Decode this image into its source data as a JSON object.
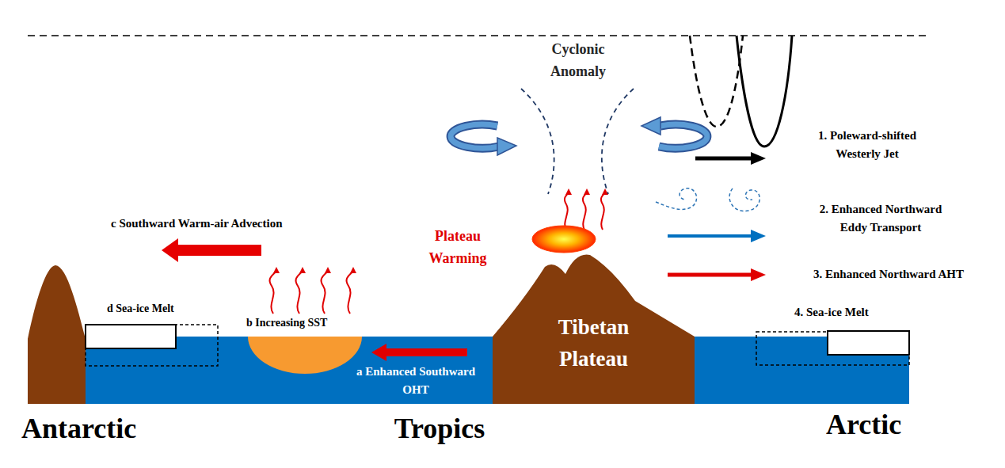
{
  "diagram": {
    "nodes": [
      {
        "text": [
          "Tibetan Plateau"
        ]
      }
    ],
    "labels": [
      "Cyclonic Anomaly",
      "Plateau Warming",
      "1. Poleward-shifted Westerly Jet",
      "2. Enhanced Northward Eddy Transport",
      "3. Enhanced Northward AHT",
      "4. Sea-ice Melt",
      "c Southward Warm-air Advection",
      "b Increasing SST",
      "d Sea-ice Melt",
      "a Enhanced Southward OHT",
      "Antarctic",
      "Tropics",
      "Arctic"
    ]
  }
}
